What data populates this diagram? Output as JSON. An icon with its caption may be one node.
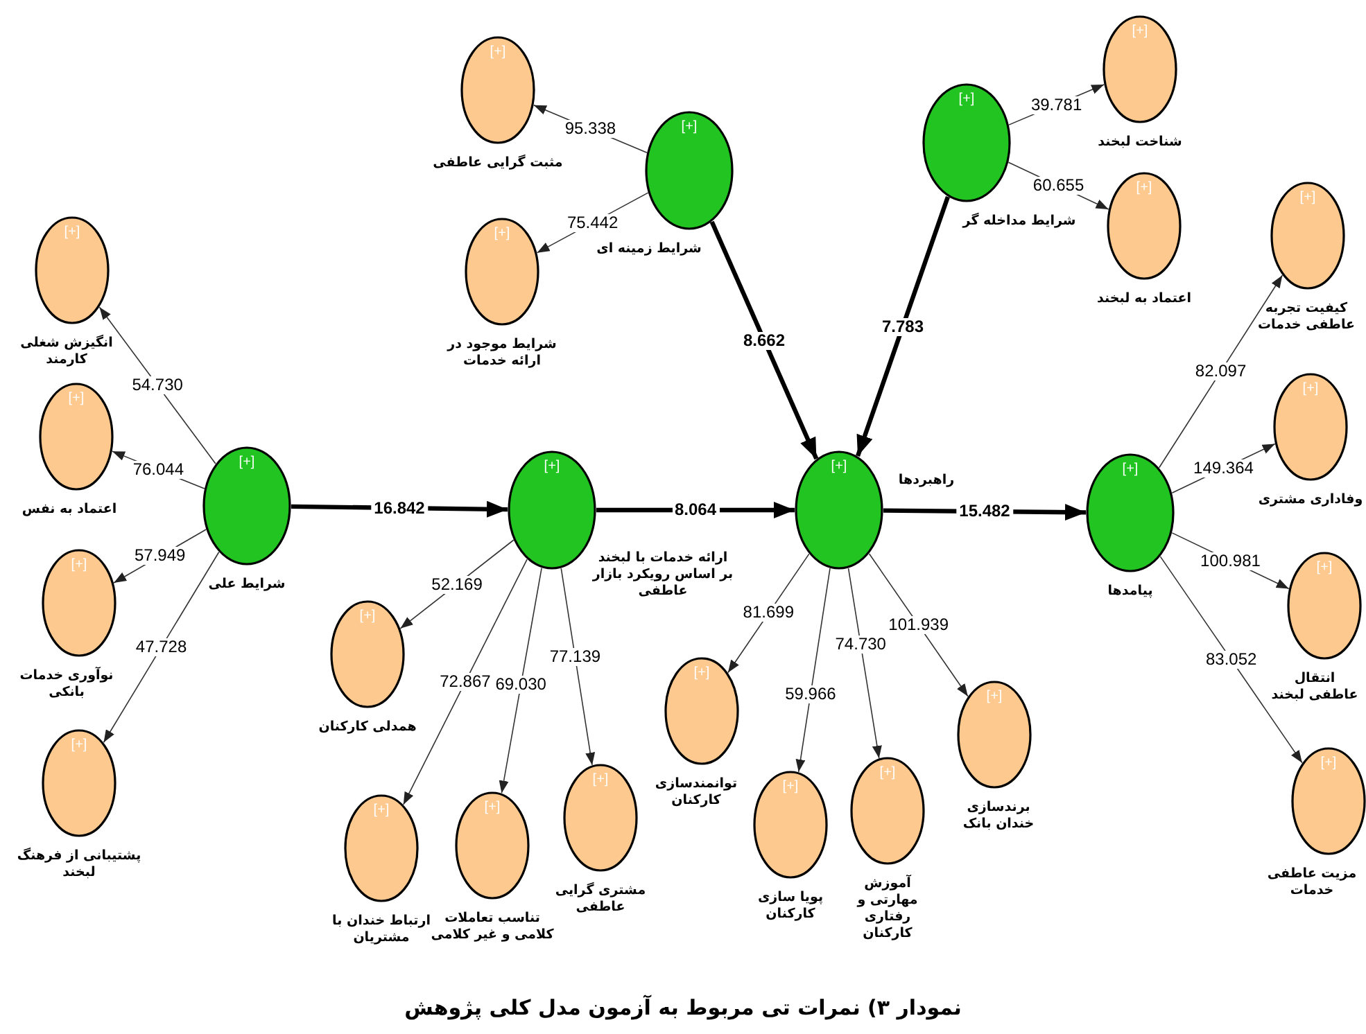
{
  "diagram": {
    "caption": "نمودار ۳) نمرات تی مربوط به آزمون مدل کلی پژوهش",
    "nodes": [
      {
        "text": [
          "[+]",
          "شرایط علی"
        ]
      },
      {
        "text": [
          "[+]",
          "انگیزش شغلی کارمند"
        ]
      },
      {
        "text": [
          "[+]",
          "اعتماد به نفس"
        ]
      },
      {
        "text": [
          "[+]",
          "نوآوری خدمات بانکی"
        ]
      },
      {
        "text": [
          "[+]",
          "پشتیبانی از فرهنگ لبخند"
        ]
      },
      {
        "text": [
          "[+]",
          "شرایط زمینه ای"
        ]
      },
      {
        "text": [
          "[+]",
          "مثبت گرایی عاطفی"
        ]
      },
      {
        "text": [
          "[+]",
          "شرایط موجود در ارائه خدمات"
        ]
      },
      {
        "text": [
          "[+]",
          "ارائه خدمات با لبخند بر اساس رویکرد بازار عاطفی"
        ]
      },
      {
        "text": [
          "[+]",
          "همدلی کارکنان"
        ]
      },
      {
        "text": [
          "[+]",
          "ارتباط خندان با مشتریان"
        ]
      },
      {
        "text": [
          "[+]",
          "تناسب تعاملات کلامی و غیر کلامی"
        ]
      },
      {
        "text": [
          "[+]",
          "مشتری گرایی عاطفی"
        ]
      },
      {
        "text": [
          "[+]",
          "راهبردها"
        ]
      },
      {
        "text": [
          "[+]",
          "توانمندسازی کارکنان"
        ]
      },
      {
        "text": [
          "[+]",
          "پویا سازی کارکنان"
        ]
      },
      {
        "text": [
          "[+]",
          "آموزش مهارتی و رفتاری کارکنان"
        ]
      },
      {
        "text": [
          "[+]",
          "برندسازی خندان بانک"
        ]
      },
      {
        "text": [
          "[+]",
          "شرایط مداخله گر"
        ]
      },
      {
        "text": [
          "[+]",
          "شناخت لبخند"
        ]
      },
      {
        "text": [
          "[+]",
          "اعتماد به لبخند"
        ]
      },
      {
        "text": [
          "[+]",
          "پیامدها"
        ]
      },
      {
        "text": [
          "[+]",
          "کیفیت تجربه عاطفی خدمات"
        ]
      },
      {
        "text": [
          "[+]",
          "وفاداری مشتری"
        ]
      },
      {
        "text": [
          "[+]",
          "انتقال عاطفی لبخند"
        ]
      },
      {
        "text": [
          "[+]",
          "مزیت عاطفی خدمات"
        ]
      }
    ],
    "edges": [
      {
        "from": 0,
        "to": 1,
        "arrow": "to",
        "label": "54.730"
      },
      {
        "from": 0,
        "to": 2,
        "arrow": "to",
        "label": "76.044"
      },
      {
        "from": 0,
        "to": 3,
        "arrow": "to",
        "label": "57.949"
      },
      {
        "from": 0,
        "to": 4,
        "arrow": "to",
        "label": "47.728"
      },
      {
        "from": 5,
        "to": 6,
        "arrow": "to",
        "label": "95.338"
      },
      {
        "from": 5,
        "to": 7,
        "arrow": "to",
        "label": "75.442"
      },
      {
        "from": 8,
        "to": 9,
        "arrow": "to",
        "label": "52.169"
      },
      {
        "from": 8,
        "to": 10,
        "arrow": "to",
        "label": "72.867"
      },
      {
        "from": 8,
        "to": 11,
        "arrow": "to",
        "label": "69.030"
      },
      {
        "from": 8,
        "to": 12,
        "arrow": "to",
        "label": "77.139"
      },
      {
        "from": 13,
        "to": 14,
        "arrow": "to",
        "label": "81.699"
      },
      {
        "from": 13,
        "to": 15,
        "arrow": "to",
        "label": "59.966"
      },
      {
        "from": 13,
        "to": 16,
        "arrow": "to",
        "label": "74.730"
      },
      {
        "from": 13,
        "to": 17,
        "arrow": "to",
        "label": "101.939"
      },
      {
        "from": 18,
        "to": 19,
        "arrow": "to",
        "label": "39.781"
      },
      {
        "from": 18,
        "to": 20,
        "arrow": "to",
        "label": "60.655"
      },
      {
        "from": 21,
        "to": 22,
        "arrow": "to",
        "label": "82.097"
      },
      {
        "from": 21,
        "to": 23,
        "arrow": "to",
        "label": "149.364"
      },
      {
        "from": 21,
        "to": 24,
        "arrow": "to",
        "label": "100.981"
      },
      {
        "from": 21,
        "to": 25,
        "arrow": "to",
        "label": "83.052"
      },
      {
        "from": 0,
        "to": 8,
        "arrow": "to",
        "label": "16.842",
        "style": "thick"
      },
      {
        "from": 8,
        "to": 13,
        "arrow": "to",
        "label": "8.064",
        "style": "thick"
      },
      {
        "from": 13,
        "to": 21,
        "arrow": "to",
        "label": "15.482",
        "style": "thick"
      },
      {
        "from": 5,
        "to": 13,
        "arrow": "to",
        "label": "8.662",
        "style": "thick"
      },
      {
        "from": 18,
        "to": 13,
        "arrow": "to",
        "label": "7.783",
        "style": "thick"
      }
    ]
  }
}
